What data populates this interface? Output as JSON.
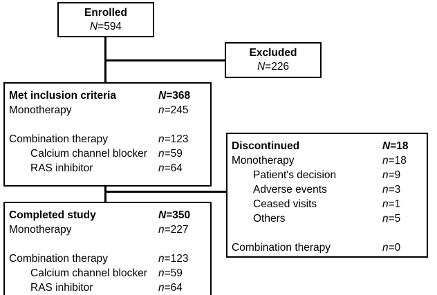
{
  "figure": {
    "type": "flowchart",
    "title": "Patient disposition flow diagram"
  },
  "boxes": {
    "enrolled": {
      "title": "Enrolled",
      "count_symbol": "N",
      "count_text": "N=594"
    },
    "excluded": {
      "title": "Excluded",
      "count_symbol": "N",
      "count_text": "N=226"
    },
    "met_inclusion": {
      "rows": [
        {
          "label": "Met inclusion criteria",
          "value": "N=368",
          "bold": true,
          "indent": 0
        },
        {
          "label": "Monotherapy",
          "value": "n=245",
          "bold": false,
          "indent": 0
        },
        {
          "label": "",
          "value": "",
          "bold": false,
          "indent": 0
        },
        {
          "label": "Combination therapy",
          "value": "n=123",
          "bold": false,
          "indent": 0
        },
        {
          "label": "Calcium channel blocker",
          "value": "n=59",
          "bold": false,
          "indent": 1
        },
        {
          "label": "RAS inhibitor",
          "value": "n=64",
          "bold": false,
          "indent": 1
        }
      ]
    },
    "discontinued": {
      "rows": [
        {
          "label": "Discontinued",
          "value": "N=18",
          "bold": true,
          "indent": 0
        },
        {
          "label": "Monotherapy",
          "value": "n=18",
          "bold": false,
          "indent": 0
        },
        {
          "label": "Patient's decision",
          "value": "n=9",
          "bold": false,
          "indent": 1
        },
        {
          "label": "Adverse events",
          "value": "n=3",
          "bold": false,
          "indent": 1
        },
        {
          "label": "Ceased visits",
          "value": "n=1",
          "bold": false,
          "indent": 1
        },
        {
          "label": "Others",
          "value": "n=5",
          "bold": false,
          "indent": 1
        },
        {
          "label": "",
          "value": "",
          "bold": false,
          "indent": 0
        },
        {
          "label": "Combination therapy",
          "value": "n=0",
          "bold": false,
          "indent": 0
        }
      ]
    },
    "completed": {
      "rows": [
        {
          "label": "Completed study",
          "value": "N=350",
          "bold": true,
          "indent": 0
        },
        {
          "label": "Monotherapy",
          "value": "n=227",
          "bold": false,
          "indent": 0
        },
        {
          "label": "",
          "value": "",
          "bold": false,
          "indent": 0
        },
        {
          "label": "Combination therapy",
          "value": "n=123",
          "bold": false,
          "indent": 0
        },
        {
          "label": "Calcium channel blocker",
          "value": "n=59",
          "bold": false,
          "indent": 1
        },
        {
          "label": "RAS inhibitor",
          "value": "n=64",
          "bold": false,
          "indent": 1
        }
      ]
    }
  },
  "colors": {
    "stroke": "#000000",
    "background": "#ffffff",
    "text": "#000000"
  }
}
